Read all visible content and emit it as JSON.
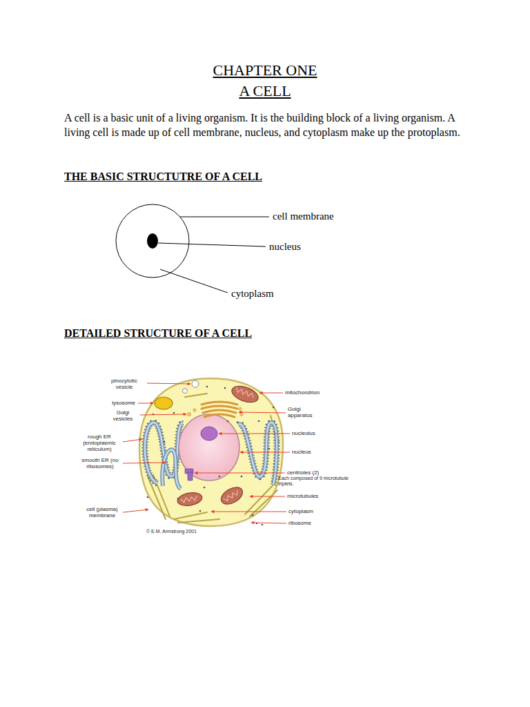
{
  "diagram": {
    "title": "CHAPTER ONE",
    "labels": [
      "A CELL",
      "A cell is a basic unit of a living organism. It is the building block of a living organism. A living cell is made up of cell membrane, nucleus, and cytoplasm make up the protoplasm.",
      "THE BASIC STRUCTUTRE OF A CELL",
      "cell membrane",
      "nucleus",
      "cytoplasm",
      "DETAILED STRUCTURE OF A CELL",
      "pinocytotic vesicle",
      "lysosome",
      "Golgi vesicles",
      "rough ER (endoplasmic reticulum)",
      "smooth ER (no ribosomes)",
      "cell (plasma) membrane",
      "mitochondrion",
      "Golgi apparatus",
      "nucleolus",
      "nucleus",
      "centrioles (2)",
      "Each composed of 9 microtubule triplets.",
      "microtubules",
      "cytoplasm",
      "ribosome",
      "© E.M. Armstrong 2001"
    ]
  }
}
